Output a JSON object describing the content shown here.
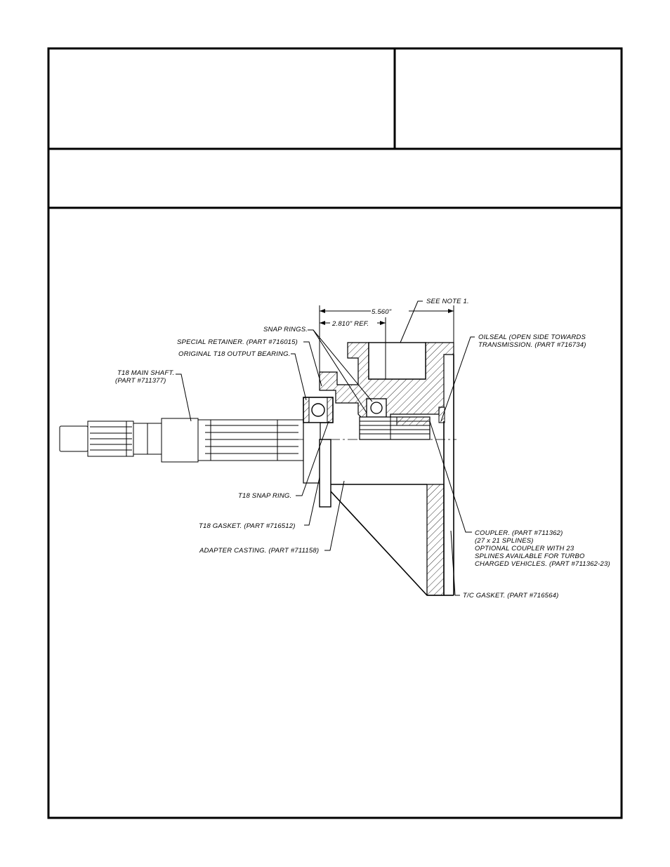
{
  "dimensions": {
    "overall": "5.560\"",
    "ref": "2.810\"  REF."
  },
  "labels": {
    "see_note": "SEE  NOTE  1.",
    "snap_rings": "SNAP  RINGS.",
    "special_retainer": "SPECIAL  RETAINER.  (PART  #716015)",
    "output_bearing": "ORIGINAL  T18  OUTPUT  BEARING.",
    "main_shaft_1": "T18  MAIN  SHAFT.",
    "main_shaft_2": "(PART  #711377)",
    "oilseal_1": "OILSEAL  (OPEN  SIDE  TOWARDS",
    "oilseal_2": "TRANSMISSION.  (PART  #716734)",
    "t18_snap_ring": "T18  SNAP  RING.",
    "t18_gasket": "T18  GASKET.  (PART  #716512)",
    "adapter_casting": "ADAPTER  CASTING.  (PART  #711158)",
    "coupler_1": "COUPLER.  (PART  #711362)",
    "coupler_2": "(27  x  21  SPLINES)",
    "coupler_3": "OPTIONAL  COUPLER  WITH  23",
    "coupler_4": "SPLINES  AVAILABLE  FOR  TURBO",
    "coupler_5": "CHARGED  VEHICLES.  (PART  #711362-23)",
    "tc_gasket": "T/C  GASKET.  (PART  #716564)"
  }
}
